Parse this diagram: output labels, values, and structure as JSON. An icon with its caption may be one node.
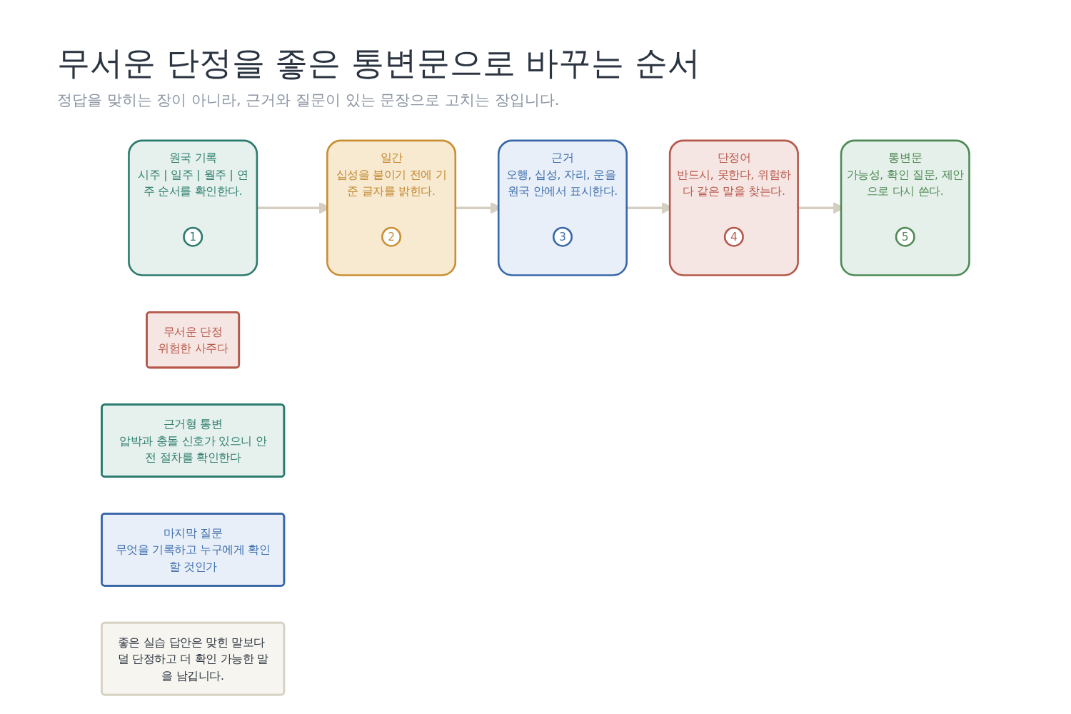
{
  "diagram": {
    "title": "무서운 단정을 좋은 통변문으로 바꾸는 순서",
    "nodes": [
      {
        "text": [
          "원국 기록",
          "시주 | 일주 | 월주 | 연주 순서를 확인한다."
        ]
      },
      {
        "text": [
          "1"
        ],
        "in": 0
      },
      {
        "text": [
          "일간",
          "십성을 붙이기 전에 기준 글자를 밝힌다."
        ]
      },
      {
        "text": [
          "2"
        ],
        "in": 2
      },
      {
        "text": [
          "근거",
          "오행, 십성, 자리, 운을 원국 안에서 표시한다."
        ]
      },
      {
        "text": [
          "3"
        ],
        "in": 4
      },
      {
        "text": [
          "단정어",
          "반드시, 못한다, 위험하다 같은 말을 찾는다."
        ]
      },
      {
        "text": [
          "4"
        ],
        "in": 6
      },
      {
        "text": [
          "통변문",
          "가능성, 확인 질문, 제안으로 다시 쓴다."
        ]
      },
      {
        "text": [
          "5"
        ],
        "in": 8
      },
      {
        "text": [
          "무서운 단정",
          "위험한 사주다"
        ]
      },
      {
        "text": [
          "근거형 통변",
          "압박과 충돌 신호가 있으니 안전 절차를 확인한다"
        ]
      },
      {
        "text": [
          "마지막 질문",
          "무엇을 기록하고 누구에게 확인할 것인가"
        ]
      },
      {
        "text": [
          "좋은 실습 답안은 맞힌 말보다 덜 단정하고 더 확인 가능한 말을 남깁니다."
        ]
      }
    ],
    "edges": [
      {
        "from": 0,
        "to": 2,
        "arrow": "to"
      },
      {
        "from": 2,
        "to": 4,
        "arrow": "to"
      },
      {
        "from": 4,
        "to": 6,
        "arrow": "to"
      },
      {
        "from": 6,
        "to": 8,
        "arrow": "to"
      }
    ],
    "labels": [
      "정답을 맞히는 장이 아니라, 근거와 질문이 있는 문장으로 고치는 장입니다."
    ]
  }
}
